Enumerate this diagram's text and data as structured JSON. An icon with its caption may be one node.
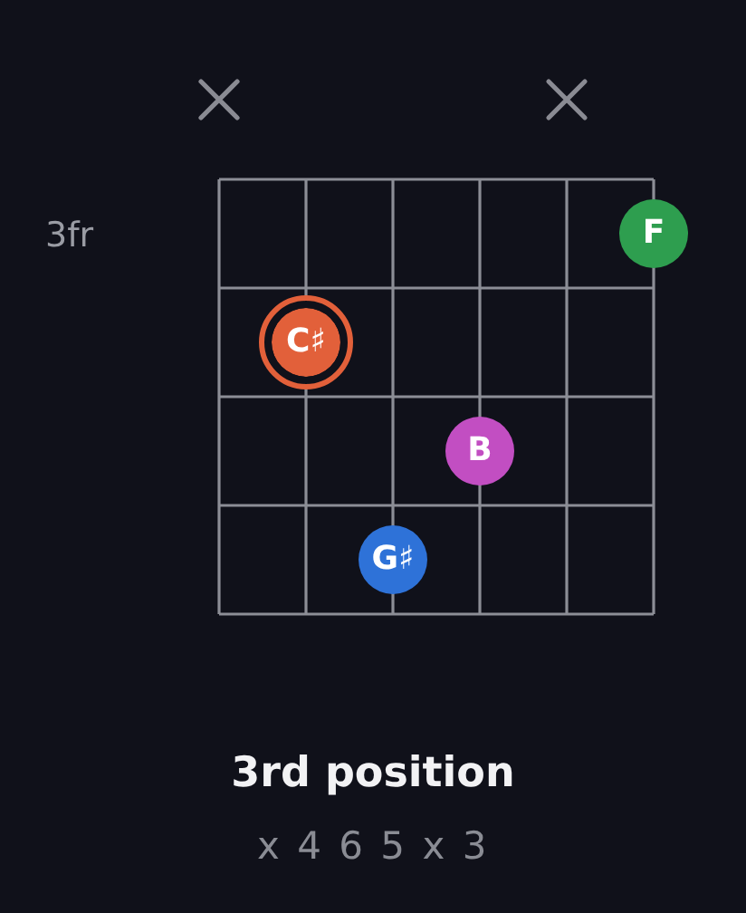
{
  "diagram": {
    "title": "3rd position",
    "caption": "x 4 6 5 x 3",
    "nodes": [
      {
        "text": [
          "F"
        ]
      },
      {
        "text": [
          "C♯"
        ]
      },
      {
        "text": [
          "B"
        ]
      },
      {
        "text": [
          "G♯"
        ]
      }
    ],
    "labels": [
      "3fr"
    ]
  }
}
